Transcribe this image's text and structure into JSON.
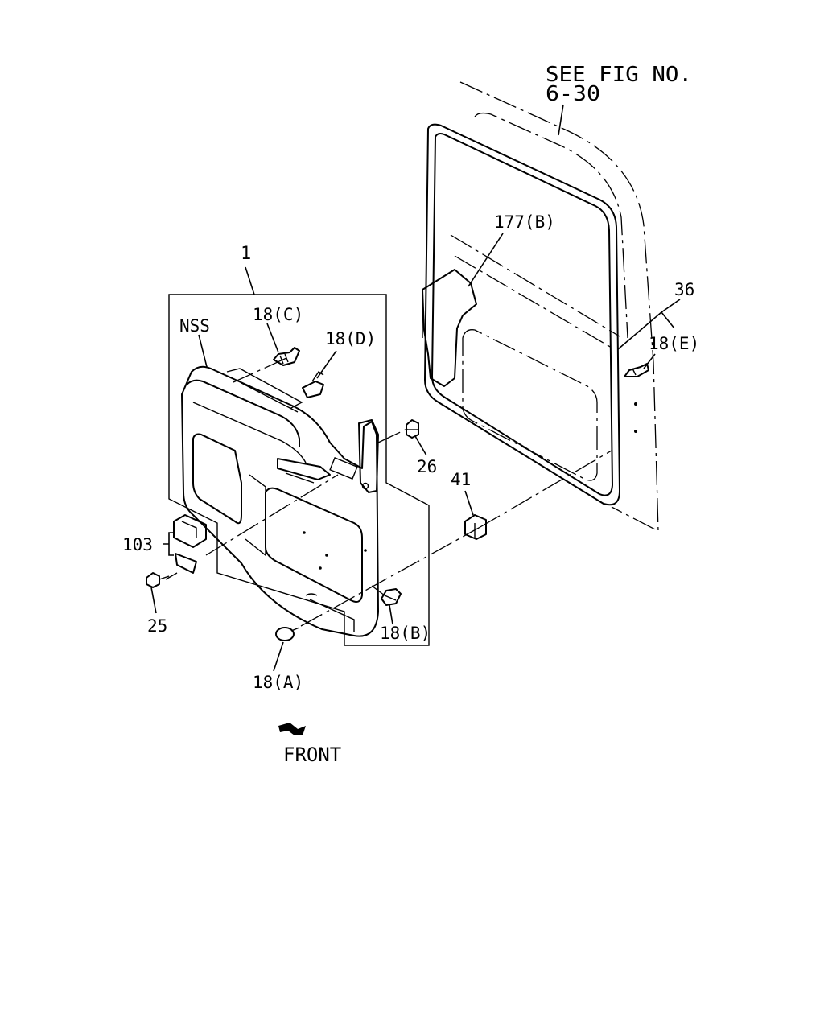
{
  "diagram": {
    "reference_note": {
      "line1": "SEE FIG NO.",
      "line2": "6-30"
    },
    "labels": {
      "nss": "NSS",
      "assembly": "1",
      "clip_c": "18(C)",
      "clip_d": "18(D)",
      "pad_b": "177(B)",
      "weatherstrip": "36",
      "clip_e": "18(E)",
      "fastener_26": "26",
      "retainer_41": "41",
      "handle_cup": "103",
      "screw_25": "25",
      "clip_b": "18(B)",
      "clip_a": "18(A)",
      "front": "FRONT"
    }
  }
}
